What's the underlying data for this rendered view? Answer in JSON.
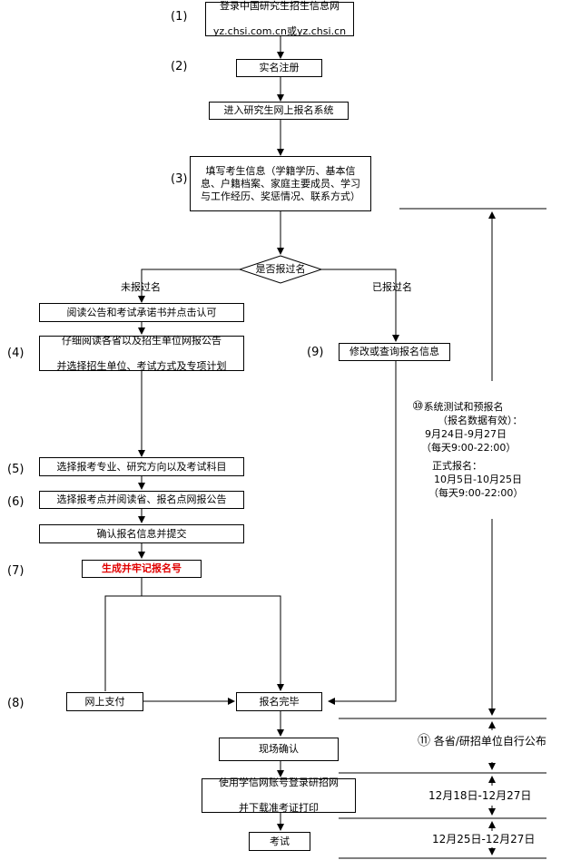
{
  "steps": {
    "s1": {
      "num": "(1)",
      "line1": "登录中国研究生招生信息网",
      "line2": "yz.chsi.com.cn或yz.chsi.cn"
    },
    "s2": {
      "num": "(2)",
      "text": "实名注册"
    },
    "s2b": {
      "text": "进入研究生网上报名系统"
    },
    "s3": {
      "num": "(3)",
      "text": "填写考生信息（学籍学历、基本信息、户籍档案、家庭主要成员、学习与工作经历、奖惩情况、联系方式）"
    },
    "decision": {
      "text": "是否报过名",
      "no_label": "未报过名",
      "yes_label": "已报过名"
    },
    "read": {
      "text": "阅读公告和考试承诺书并点击认可"
    },
    "s4": {
      "num": "(4)",
      "line1": "仔细阅读各省以及招生单位网报公告",
      "line2": "并选择招生单位、考试方式及专项计划"
    },
    "s9": {
      "num": "(9)",
      "text": "修改或查询报名信息"
    },
    "s5": {
      "num": "(5)",
      "text": "选择报考专业、研究方向以及考试科目"
    },
    "s6": {
      "num": "(6)",
      "text": "选择报考点并阅读省、报名点网报公告"
    },
    "confirm": {
      "text": "确认报名信息并提交"
    },
    "s7": {
      "num": "(7)",
      "text": "生成并牢记报名号"
    },
    "s8": {
      "num": "(8)",
      "pay": "网上支付",
      "done": "报名完毕"
    },
    "onsite": {
      "text": "现场确认"
    },
    "print": {
      "line1": "使用学信网账号登录研招网",
      "line2": "并下载准考证打印"
    },
    "exam": {
      "text": "考试"
    }
  },
  "notes": {
    "n10": {
      "num": "⑩",
      "title": "系统测试和预报名",
      "sub": "（报名数据有效）：",
      "pre_dates": "9月24日-9月27日",
      "pre_hours": "（每天9:00-22:00）",
      "formal_title": "正式报名：",
      "formal_dates": "10月5日-10月25日",
      "formal_hours": "（每天9:00-22:00）"
    },
    "n11": {
      "num": "⑪",
      "text": "各省/研招单位自行公布"
    },
    "print_dates": "12月18日-12月27日",
    "exam_dates": "12月25日-12月27日"
  },
  "colors": {
    "line": "#000000",
    "highlight": "#e00000"
  }
}
